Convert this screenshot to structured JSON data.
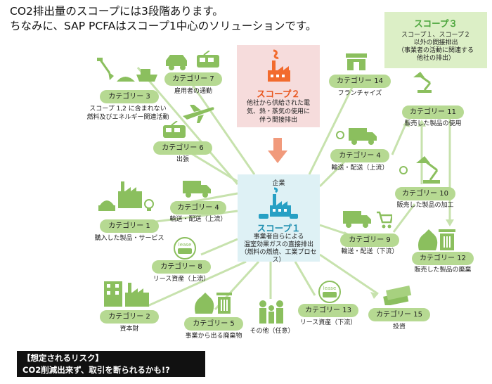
{
  "headline": {
    "line1": "CO2排出量のスコープには3段階あります。",
    "line2": "ちなみに、SAP PCFAはスコープ1中心のソリューションです。"
  },
  "scope3": {
    "title": "スコープ３",
    "line1": "スコープ１、スコープ２",
    "line2": "以外の間接排出",
    "line3": "（事業者の活動に関連する",
    "line4": "他社の排出）"
  },
  "scope2": {
    "title": "スコープ２",
    "line1": "他社から供給された電",
    "line2": "気、熱・蒸気の使用に",
    "line3": "伴う間接排出"
  },
  "scope1": {
    "company_label": "企業",
    "title": "スコープ１",
    "line1": "事業者自らによる",
    "line2": "温室効果ガスの直接排出",
    "line3": "（燃料の燃焼、工業プロセス）"
  },
  "categories": {
    "c1": {
      "label": "カテゴリー 1",
      "caption": "購入した製品・サービス"
    },
    "c2": {
      "label": "カテゴリー 2",
      "caption": "資本財"
    },
    "c3": {
      "label": "カテゴリー 3",
      "caption1": "スコープ 1,2 に含まれない",
      "caption2": "燃料及びエネルギー関連活動"
    },
    "c4a": {
      "label": "カテゴリー 4",
      "caption": "輸送・配送（上流）"
    },
    "c4b": {
      "label": "カテゴリー 4",
      "caption": "輸送・配送（上流）"
    },
    "c5": {
      "label": "カテゴリー 5",
      "caption": "事業から出る廃棄物"
    },
    "c6": {
      "label": "カテゴリー 6",
      "caption": "出張"
    },
    "c7": {
      "label": "カテゴリー 7",
      "caption": "雇用者の通勤"
    },
    "c8": {
      "label": "カテゴリー 8",
      "caption": "リース資産（上流）"
    },
    "c9": {
      "label": "カテゴリー 9",
      "caption": "輸送・配送（下流）"
    },
    "c10": {
      "label": "カテゴリー 10",
      "caption": "販売した製品の加工"
    },
    "c11": {
      "label": "カテゴリー 11",
      "caption": "販売した製品の使用"
    },
    "c12": {
      "label": "カテゴリー 12",
      "caption": "販売した製品の廃棄"
    },
    "c13": {
      "label": "カテゴリー 13",
      "caption": "リース資産（下流）"
    },
    "c14": {
      "label": "カテゴリー 14",
      "caption": "フランチャイズ"
    },
    "c15": {
      "label": "カテゴリー 15",
      "caption": "投資"
    },
    "other": {
      "caption": "その他（任意）"
    }
  },
  "icons": {
    "lease_label": "lease",
    "names": [
      "factory-icon",
      "truck-icon",
      "car-icon",
      "train-icon",
      "plane-icon",
      "building-icon",
      "trash-can-icon",
      "garbage-bag-icon",
      "people-icon",
      "lamp-icon",
      "lightbulb-icon",
      "store-icon",
      "cart-icon",
      "money-icon",
      "shovel-icon",
      "ship-icon"
    ]
  },
  "risk": {
    "line1": "【想定されるリスク】",
    "line2": "CO2削減出来ず、取引を断られるかも!?"
  },
  "colors": {
    "green": "#9fcd78",
    "pill": "#b6d992",
    "scope2_bg": "#f6dcdc",
    "scope1_bg": "#def1f5",
    "scope3_bg": "#dcefc6",
    "orange": "#e8541c",
    "blue": "#1f8fb0"
  }
}
